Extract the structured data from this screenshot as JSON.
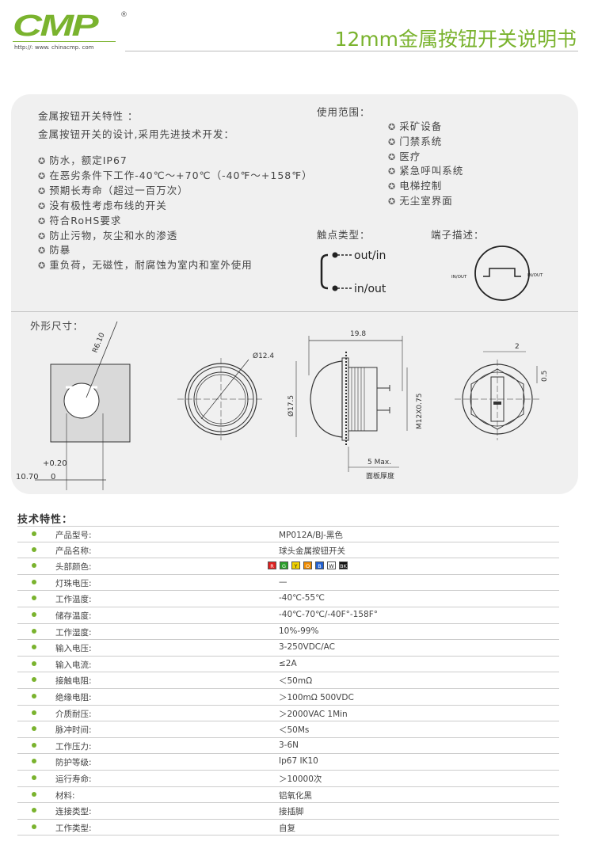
{
  "header": {
    "logo": "CMP",
    "registered": "®",
    "url": "http://: www. chinacmp. com",
    "title": "12mm金属按钮开关说明书"
  },
  "features": {
    "heading": "金属按钮开关特性 ：",
    "intro": "金属按钮开关的设计,采用先进技术开发：",
    "items": [
      "防水，额定IP67",
      "在恶劣条件下工作-40℃～+70℃（-40℉～+158℉）",
      "预期长寿命（超过一百万次）",
      "没有极性考虑布线的开关",
      "符合RoHS要求",
      "防止污物，灰尘和水的渗透",
      "防暴",
      "重负荷，无磁性，耐腐蚀为室内和室外使用"
    ]
  },
  "usage": {
    "heading": "使用范围：",
    "items": [
      "采矿设备",
      "门禁系统",
      "医疗",
      "紧急呼叫系统",
      "电梯控制",
      "无尘室界面"
    ]
  },
  "contact": {
    "heading": "触点类型：",
    "out": "out/in",
    "in": "in/out"
  },
  "terminal": {
    "heading": "端子描述：",
    "left": "IN/OUT",
    "right": "IN/OUT"
  },
  "drawing": {
    "heading": "外形尺寸：",
    "r": "R6.10",
    "plus": "+0.20",
    "d1": "10.70",
    "d2": "0",
    "dia": "Ø12.4",
    "len": "19.8",
    "d17": "Ø17.5",
    "thread": "M12X0.75",
    "max": "5 Max.",
    "panel": "面板厚度",
    "two": "2",
    "half": "0.5"
  },
  "specs": {
    "title": "技术特性：",
    "rows": [
      {
        "label": "产品型号:",
        "value": "MP012A/BJ-黑色"
      },
      {
        "label": "产品名称:",
        "value": "球头金属按钮开关"
      },
      {
        "label": "头部颜色:",
        "value": ""
      },
      {
        "label": "灯珠电压:",
        "value": "—"
      },
      {
        "label": "工作温度:",
        "value": "-40℃-55℃"
      },
      {
        "label": "储存温度:",
        "value": "-40℃-70℃/-40F°-158F°"
      },
      {
        "label": "工作湿度:",
        "value": "10%-99%"
      },
      {
        "label": "输入电压:",
        "value": "3-250VDC/AC"
      },
      {
        "label": "输入电流:",
        "value": "≤2A"
      },
      {
        "label": "接触电阻:",
        "value": "＜50mΩ"
      },
      {
        "label": "绝缘电阻:",
        "value": "＞100mΩ   500VDC"
      },
      {
        "label": "介质耐压:",
        "value": "＞2000VAC  1Min"
      },
      {
        "label": "脉冲时间:",
        "value": "＜50Ms"
      },
      {
        "label": "工作压力:",
        "value": "3-6N"
      },
      {
        "label": "防护等级:",
        "value": "Ip67 IK10"
      },
      {
        "label": "运行寿命:",
        "value": "＞10000次"
      },
      {
        "label": "材料:",
        "value": "铝氧化黑"
      },
      {
        "label": "连接类型:",
        "value": "接插脚"
      },
      {
        "label": "工作类型:",
        "value": "自复"
      }
    ],
    "colors": [
      {
        "code": "R",
        "hex": "#e02020"
      },
      {
        "code": "G",
        "hex": "#2aa02a"
      },
      {
        "code": "Y",
        "hex": "#f0d000"
      },
      {
        "code": "O",
        "hex": "#f08c00"
      },
      {
        "code": "B",
        "hex": "#2060d0"
      },
      {
        "code": "W",
        "hex": "#ffffff"
      },
      {
        "code": "BK",
        "hex": "#111111"
      }
    ]
  }
}
